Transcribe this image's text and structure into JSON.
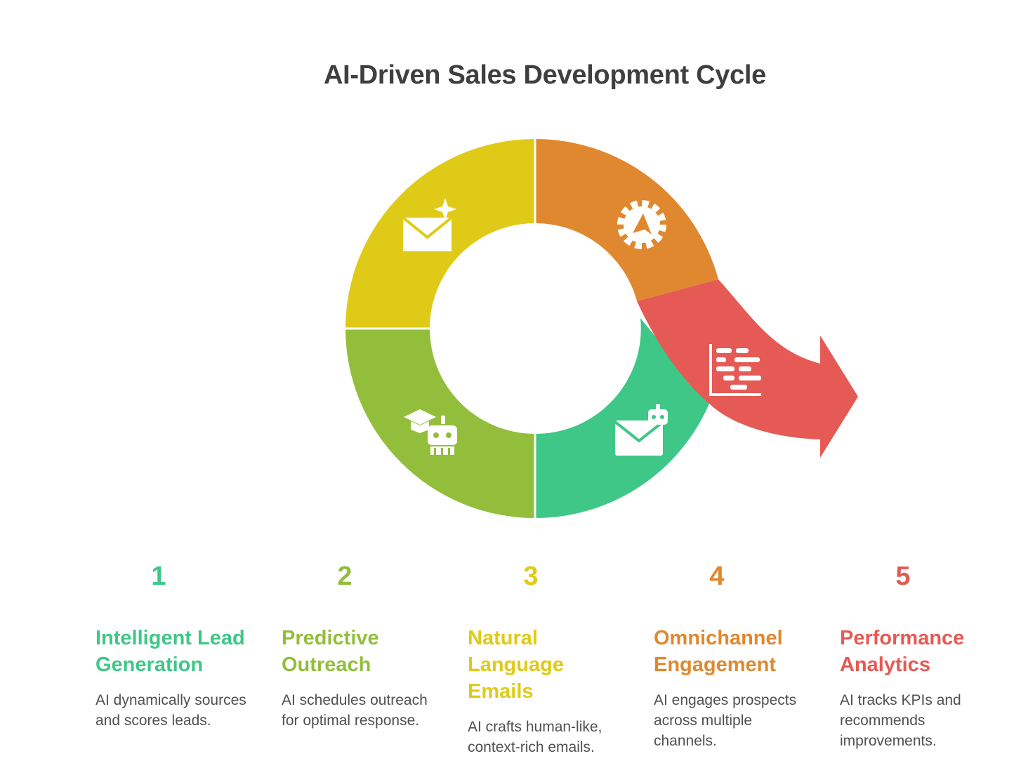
{
  "title": "AI-Driven Sales Development Cycle",
  "steps": [
    {
      "number": "1",
      "title": "Intelligent Lead Generation",
      "description": "AI dynamically sources and scores leads.",
      "color": "#3ec787",
      "icon": "graduation-robot-icon"
    },
    {
      "number": "2",
      "title": "Predictive Outreach",
      "description": "AI schedules outreach for optimal response.",
      "color": "#93be3c",
      "icon": "ai-mail-icon"
    },
    {
      "number": "3",
      "title": "Natural Language Emails",
      "description": "AI crafts human-like, context-rich emails.",
      "color": "#dfcb17",
      "icon": "sparkle-mail-icon"
    },
    {
      "number": "4",
      "title": "Omnichannel Engagement",
      "description": "AI engages prospects across multiple channels.",
      "color": "#e0882f",
      "icon": "gear-megaphone-icon"
    },
    {
      "number": "5",
      "title": "Performance Analytics",
      "description": "AI tracks KPIs and recommends improvements.",
      "color": "#e55a54",
      "icon": "chart-icon"
    }
  ]
}
